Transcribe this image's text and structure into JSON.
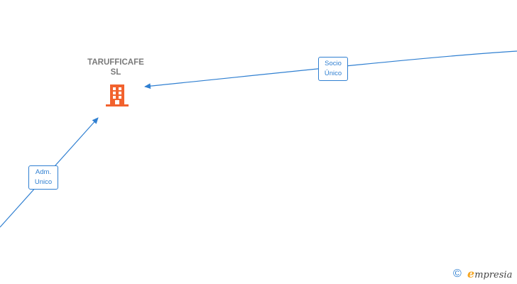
{
  "company": {
    "name_line1": "TARUFFICAFE",
    "name_line2": "SL",
    "icon": "building-icon",
    "icon_color": "#f2622e"
  },
  "relations": [
    {
      "label_line1": "Socio",
      "label_line2": "Único"
    },
    {
      "label_line1": "Adm.",
      "label_line2": "Unico"
    }
  ],
  "edge_color": "#2f7fd1",
  "watermark": {
    "symbol": "©",
    "brand_initial": "e",
    "brand_rest": "mpresia"
  }
}
